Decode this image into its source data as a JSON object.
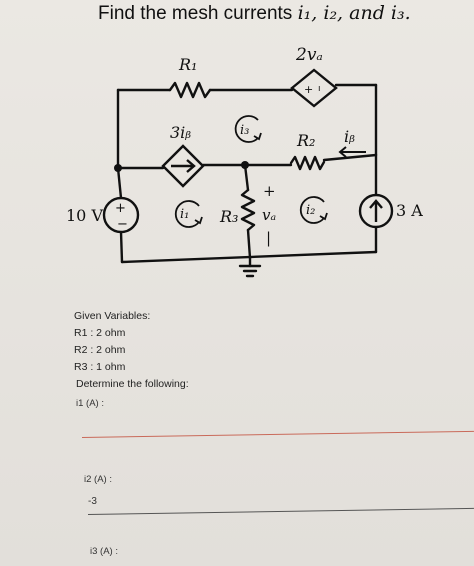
{
  "problem": {
    "title": "Find the mesh currents ",
    "title_vars": "i₁, i₂, and i₃."
  },
  "circuit": {
    "labels": {
      "r1": "R₁",
      "r2": "R₂",
      "r3": "R₃",
      "dep_current": "3iᵦ",
      "dep_voltage": "2vₐ",
      "ib": "iᵦ",
      "va": "vₐ",
      "plus": "+",
      "minus": "−",
      "source_v": "10 V",
      "source_i": "3 A",
      "mesh1": "i₁",
      "mesh2": "i₂",
      "mesh3": "i₃"
    }
  },
  "given": {
    "heading": "Given Variables:",
    "items": [
      "R1 : 2 ohm",
      "R2 : 2 ohm",
      "R3 : 1 ohm"
    ],
    "determine": "Determine the following:"
  },
  "answers": [
    {
      "label": "i1 (A) :",
      "value": ""
    },
    {
      "label": "i2 (A) :",
      "value": "-3"
    },
    {
      "label": "i3 (A) :",
      "value": ""
    }
  ],
  "colors": {
    "ink": "#111111",
    "answer_line_1": "#c96a5a",
    "answer_line_2": "#555555"
  }
}
